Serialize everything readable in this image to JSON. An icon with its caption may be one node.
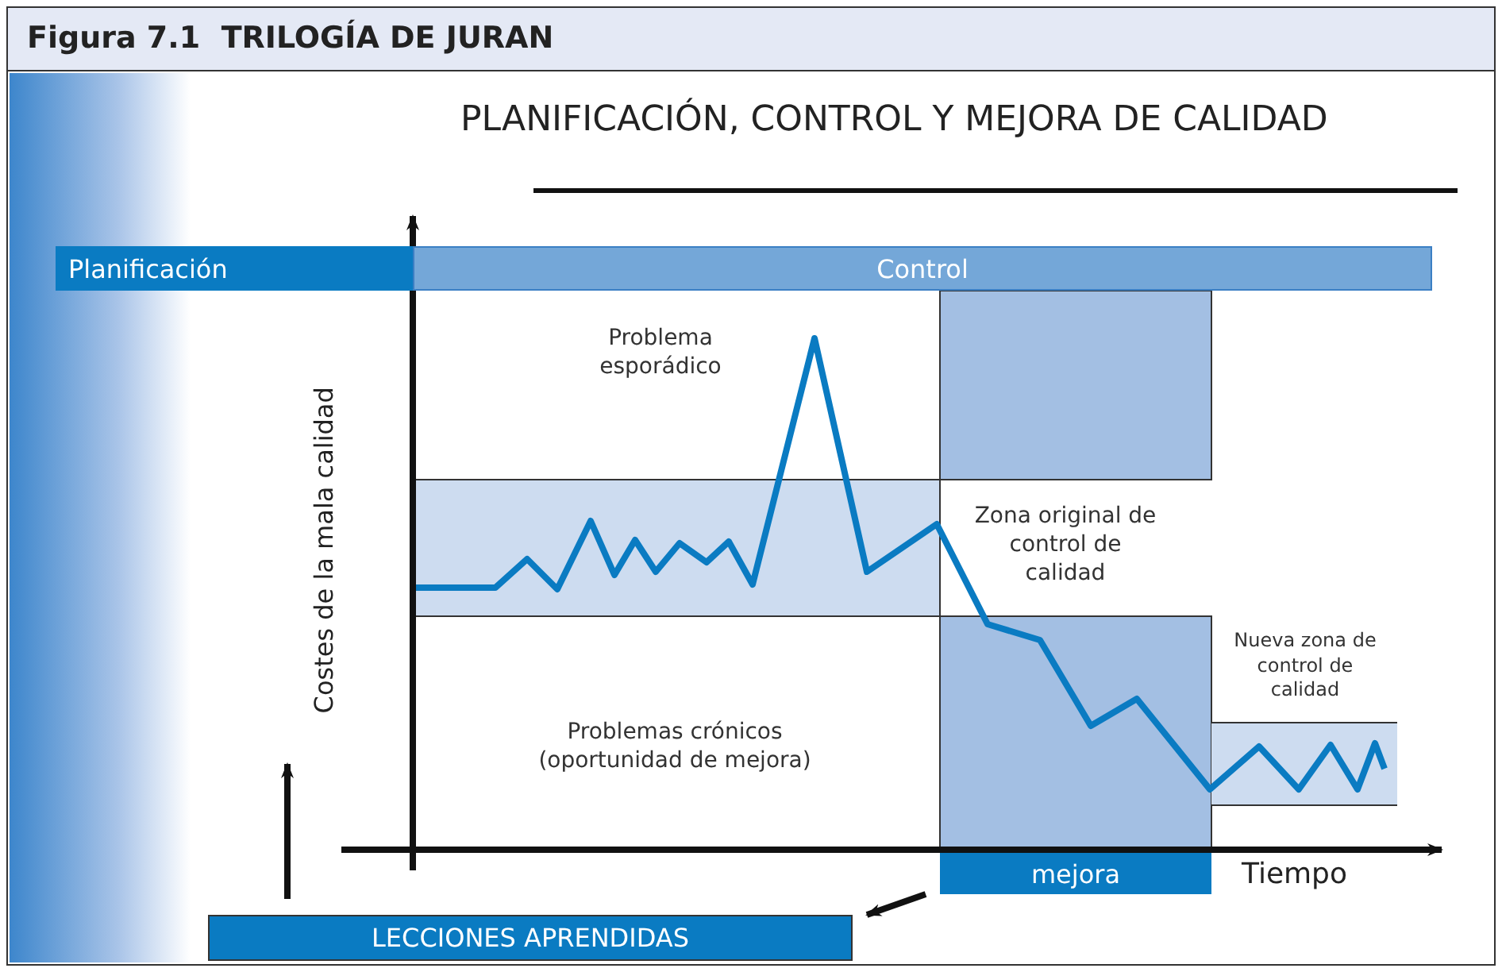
{
  "diagram": {
    "title": "Figura 7.1  TRILOGÍA DE JURAN",
    "nodes": [
      {
        "text": [
          "Planificación"
        ]
      },
      {
        "text": [
          "Control"
        ]
      },
      {
        "text": [
          "mejora"
        ]
      },
      {
        "text": [
          "LECCIONES APRENDIDAS"
        ]
      }
    ],
    "edges": [
      {
        "from": 2,
        "to": 3,
        "arrow": "to"
      },
      {
        "from": 3,
        "to": null,
        "arrow": "to"
      }
    ],
    "labels": [
      "PLANIFICACIÓN, CONTROL Y MEJORA DE CALIDAD",
      "Problema esporádico",
      "Costes de la mala calidad",
      "Zona original de control de calidad",
      "Nueva zona de control de calidad",
      "Problemas crónicos (oportunidad de mejora)",
      "Tiempo"
    ]
  }
}
